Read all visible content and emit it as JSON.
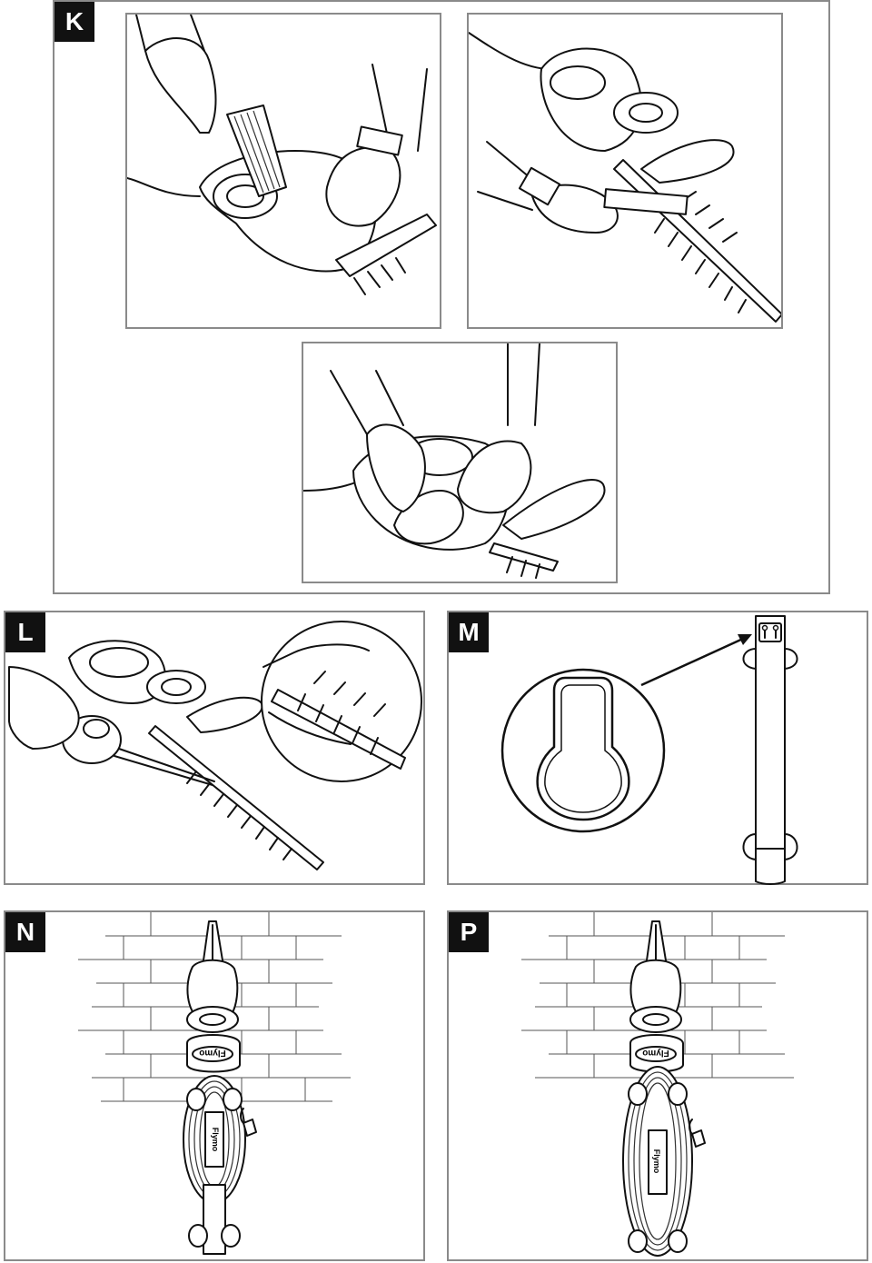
{
  "panels": {
    "k": {
      "label": "K"
    },
    "l": {
      "label": "L"
    },
    "m": {
      "label": "M"
    },
    "n": {
      "label": "N"
    },
    "p": {
      "label": "P"
    }
  },
  "brand": {
    "logo_text": "Flymo"
  },
  "colors": {
    "line": "#111111",
    "border": "#8a8a8a",
    "badge": "#111111"
  }
}
